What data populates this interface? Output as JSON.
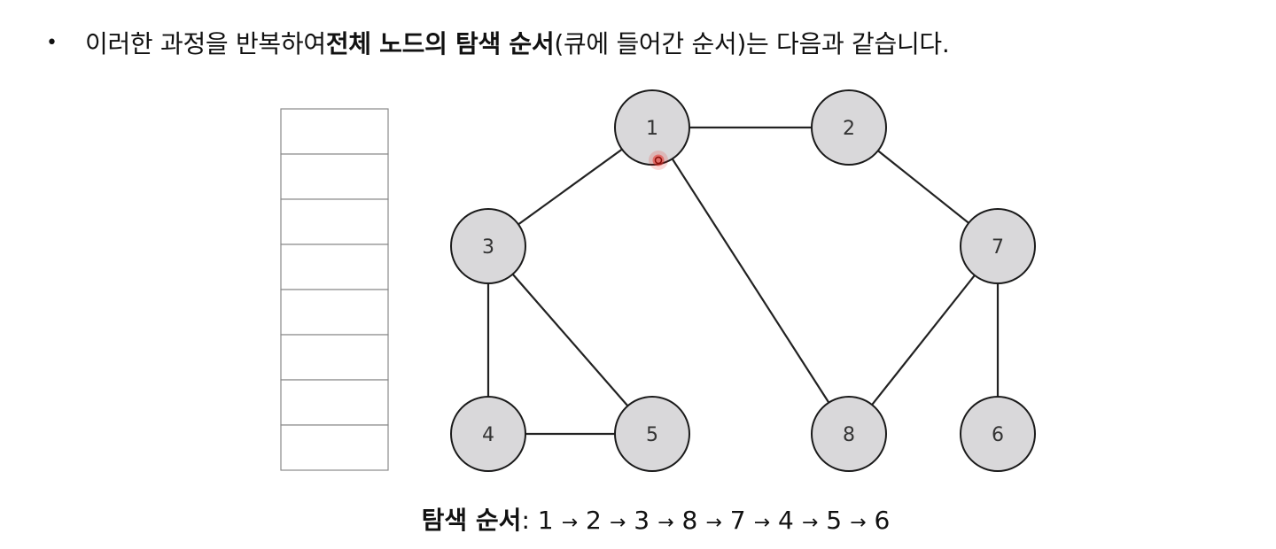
{
  "heading": {
    "bullet": "•",
    "pre": "이러한 과정을 반복하여 ",
    "bold": "전체 노드의 탐색 순서",
    "post": "(큐에 들어간 순서)는 다음과 같습니다."
  },
  "queue": {
    "slots": 8
  },
  "graph": {
    "nodes": [
      {
        "id": "1",
        "label": "1"
      },
      {
        "id": "2",
        "label": "2"
      },
      {
        "id": "3",
        "label": "3"
      },
      {
        "id": "4",
        "label": "4"
      },
      {
        "id": "5",
        "label": "5"
      },
      {
        "id": "6",
        "label": "6"
      },
      {
        "id": "7",
        "label": "7"
      },
      {
        "id": "8",
        "label": "8"
      }
    ],
    "edges": [
      [
        "1",
        "2"
      ],
      [
        "1",
        "3"
      ],
      [
        "1",
        "8"
      ],
      [
        "2",
        "7"
      ],
      [
        "3",
        "4"
      ],
      [
        "3",
        "5"
      ],
      [
        "4",
        "5"
      ],
      [
        "7",
        "8"
      ],
      [
        "7",
        "6"
      ]
    ],
    "node_fill": "#d9d8da",
    "node_stroke": "#1a1a1a",
    "edge_color": "#222222"
  },
  "pointer": {
    "color": "#e8231c"
  },
  "order": {
    "label": "탐색 순서",
    "colon": ":",
    "sequence": [
      "1",
      "2",
      "3",
      "8",
      "7",
      "4",
      "5",
      "6"
    ],
    "arrow": "→"
  }
}
